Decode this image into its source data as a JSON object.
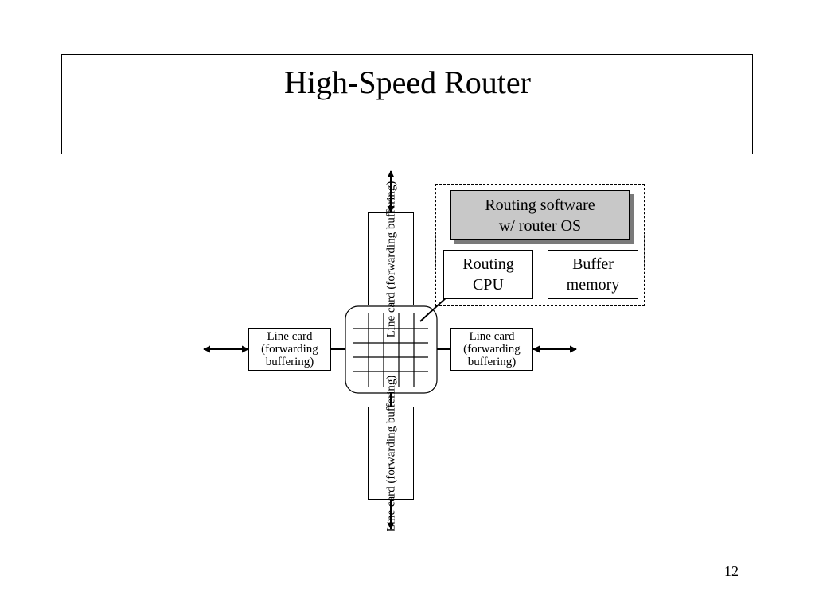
{
  "slide": {
    "title": "High-Speed Router",
    "page_number": "12"
  },
  "diagram": {
    "line_card_label": "Line card\n(forwarding\nbuffering)",
    "line_card_top": "Line card\n(forwarding\nbuffering)",
    "line_card_bottom": "Line card\n(forwarding\nbuffering)",
    "line_card_left": "Line card\n(forwarding\nbuffering)",
    "line_card_right": "Line card\n(forwarding\nbuffering)",
    "routing_software": "Routing software\nw/ router OS",
    "routing_cpu": "Routing\nCPU",
    "buffer_memory": "Buffer\nmemory",
    "colors": {
      "routing_software_fill": "#c8c8c8",
      "routing_software_shadow": "#7a7a7a"
    }
  }
}
